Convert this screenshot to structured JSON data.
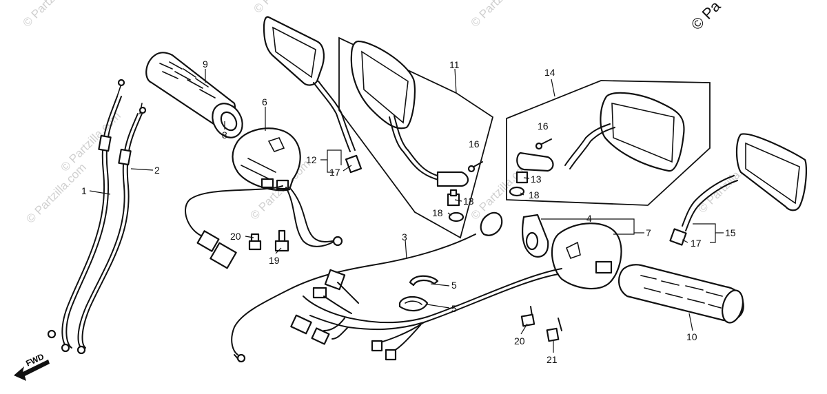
{
  "watermarks": [
    {
      "text": "© Partzilla.com"
    },
    {
      "text": "© Partzilla.com"
    },
    {
      "text": "© Partzilla.com"
    },
    {
      "text": "© Partzilla.com"
    },
    {
      "text": "© Partzilla.com"
    },
    {
      "text": "© Partzilla.com"
    },
    {
      "text": "© Partzilla.com"
    },
    {
      "text": "© Partzilla.com"
    }
  ],
  "copyright": "© Pa",
  "direction_label": "FWD",
  "callouts": [
    {
      "id": "1",
      "text": "1"
    },
    {
      "id": "2",
      "text": "2"
    },
    {
      "id": "3",
      "text": "3"
    },
    {
      "id": "4",
      "text": "4"
    },
    {
      "id": "5a",
      "text": "5"
    },
    {
      "id": "5b",
      "text": "5"
    },
    {
      "id": "6",
      "text": "6"
    },
    {
      "id": "7",
      "text": "7"
    },
    {
      "id": "8",
      "text": "8"
    },
    {
      "id": "9",
      "text": "9"
    },
    {
      "id": "10",
      "text": "10"
    },
    {
      "id": "11",
      "text": "11"
    },
    {
      "id": "12",
      "text": "12"
    },
    {
      "id": "13a",
      "text": "13"
    },
    {
      "id": "13b",
      "text": "13"
    },
    {
      "id": "14",
      "text": "14"
    },
    {
      "id": "15",
      "text": "15"
    },
    {
      "id": "16a",
      "text": "16"
    },
    {
      "id": "16b",
      "text": "16"
    },
    {
      "id": "17a",
      "text": "17"
    },
    {
      "id": "17b",
      "text": "17"
    },
    {
      "id": "18a",
      "text": "18"
    },
    {
      "id": "18b",
      "text": "18"
    },
    {
      "id": "19",
      "text": "19"
    },
    {
      "id": "20a",
      "text": "20"
    },
    {
      "id": "20b",
      "text": "20"
    },
    {
      "id": "21",
      "text": "21"
    }
  ]
}
